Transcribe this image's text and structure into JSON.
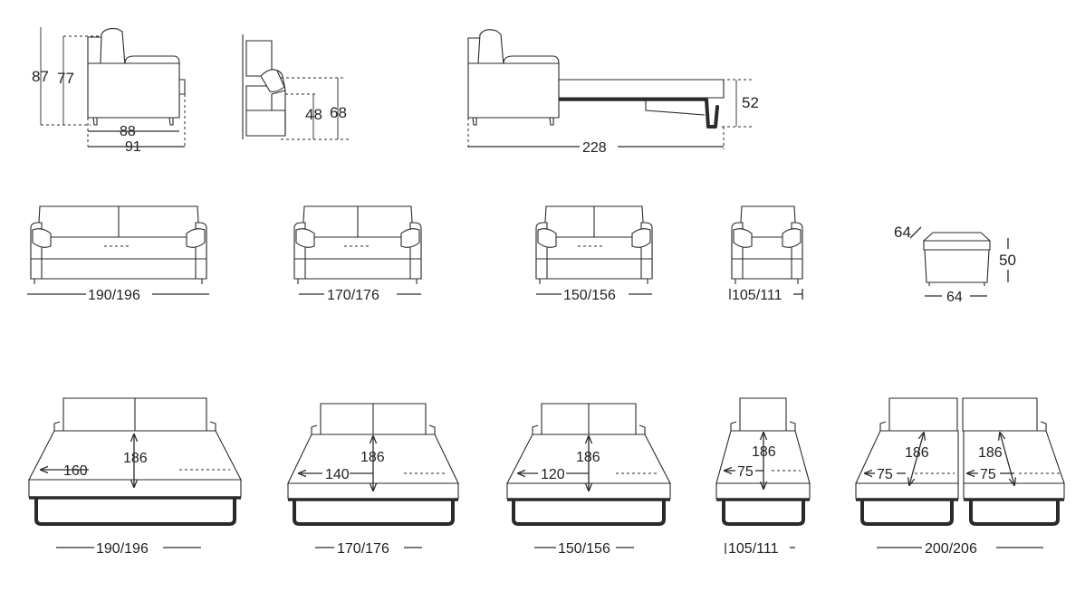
{
  "side_views": {
    "sofa_height_total": "87",
    "sofa_seat_back": "77",
    "sofa_depth_inner": "88",
    "sofa_depth_outer": "91",
    "arm_height_seat": "48",
    "arm_height_top": "68",
    "bed_height": "52",
    "bed_length": "228"
  },
  "front_views": [
    {
      "width": "190/196"
    },
    {
      "width": "170/176"
    },
    {
      "width": "150/156"
    },
    {
      "width": "105/111"
    }
  ],
  "pouf": {
    "diagonal": "64",
    "height": "50",
    "width": "64"
  },
  "bed_views": [
    {
      "mattress_width": "160",
      "mattress_length": "186",
      "width": "190/196"
    },
    {
      "mattress_width": "140",
      "mattress_length": "186",
      "width": "170/176"
    },
    {
      "mattress_width": "120",
      "mattress_length": "186",
      "width": "150/156"
    },
    {
      "mattress_width": "75",
      "mattress_length": "186",
      "width": "105/111"
    },
    {
      "mattress_width_left": "75",
      "mattress_length_left": "186",
      "mattress_width_right": "75",
      "mattress_length_right": "186",
      "width": "200/206"
    }
  ]
}
